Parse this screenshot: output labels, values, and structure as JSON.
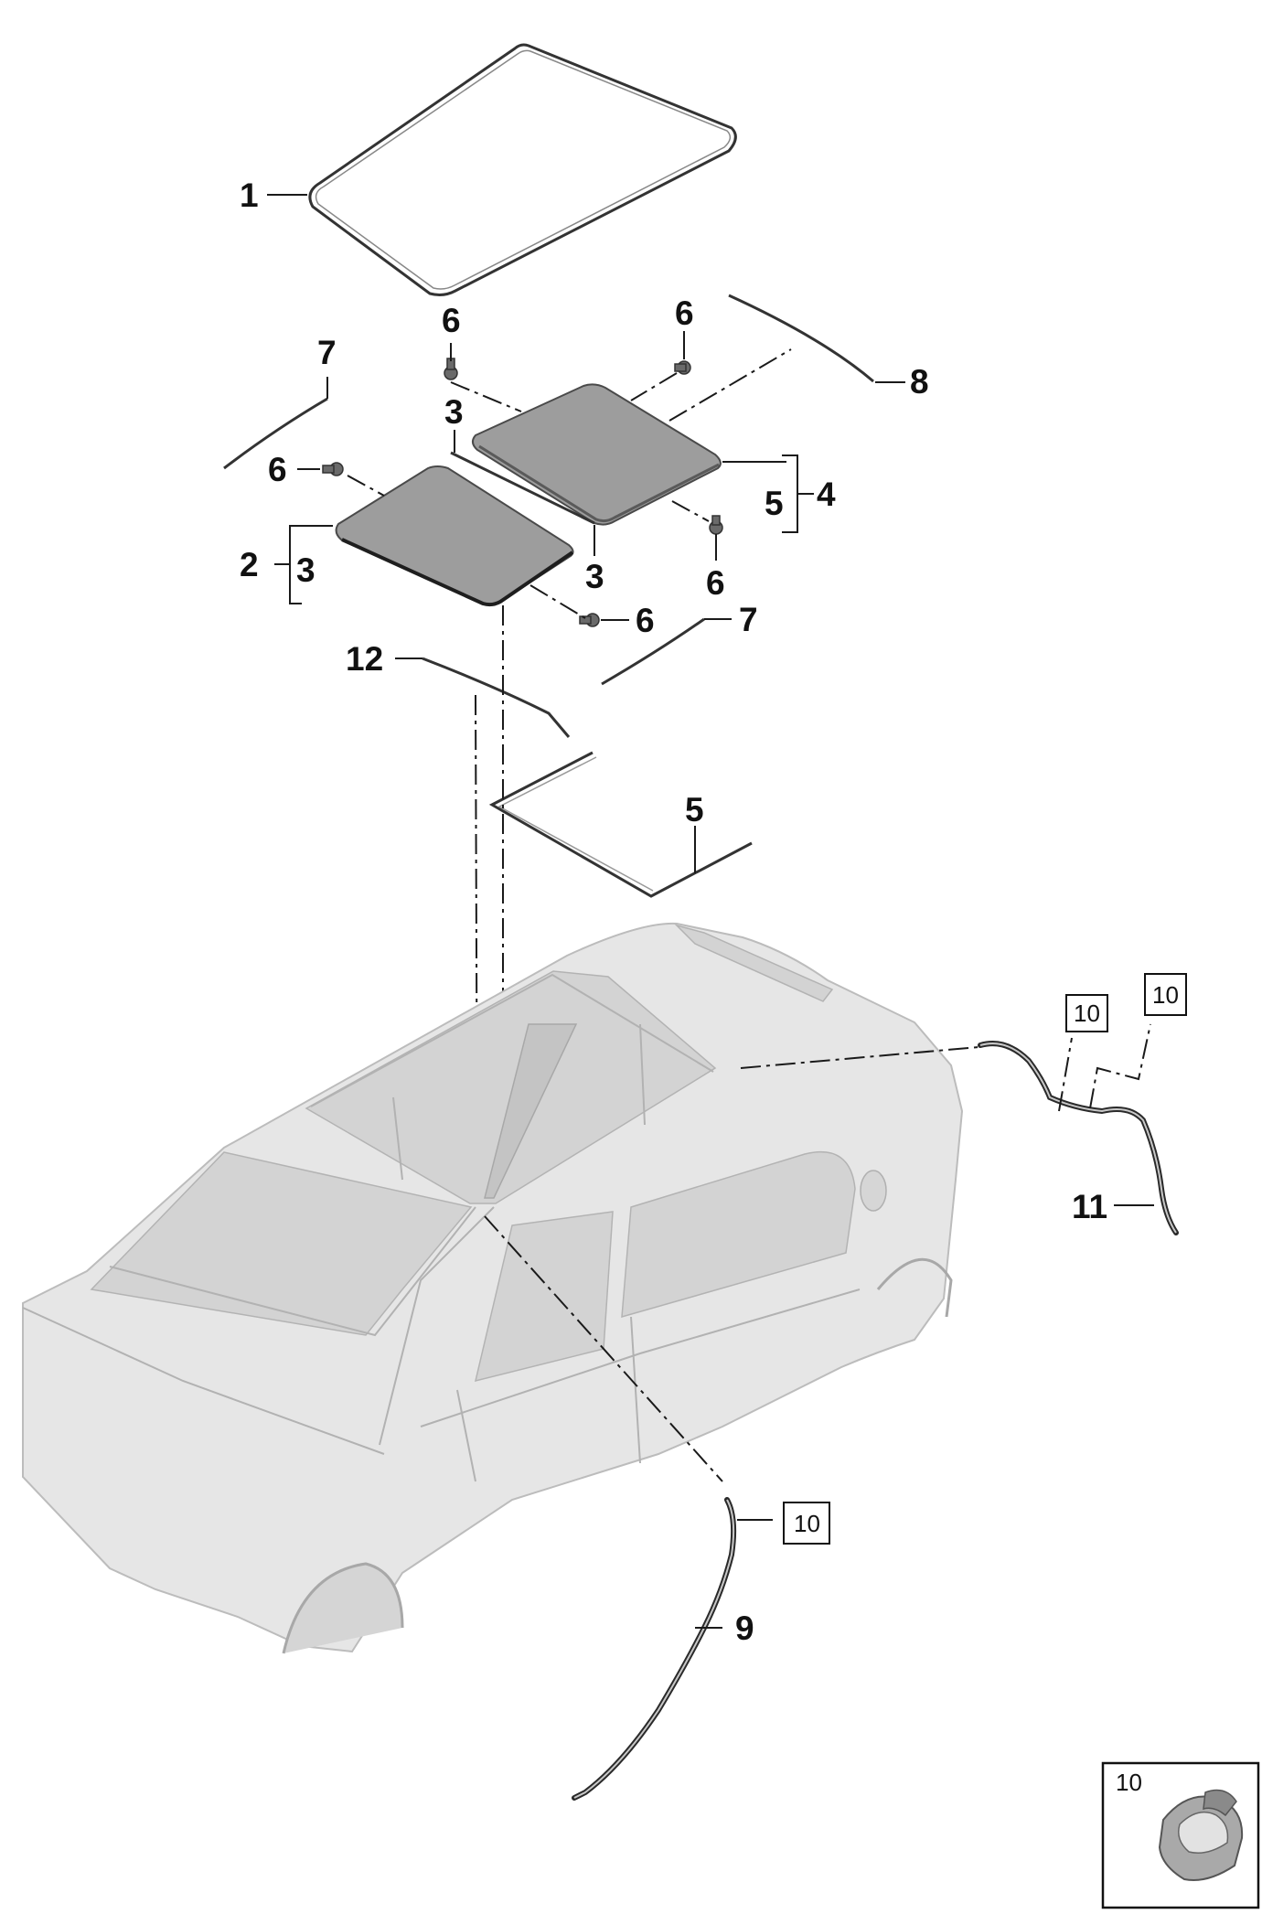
{
  "callouts": {
    "c1": "1",
    "c2": "2",
    "c3a": "3",
    "c3b": "3",
    "c3c": "3",
    "c4": "4",
    "c5a": "5",
    "c5b": "5",
    "c6a": "6",
    "c6b": "6",
    "c6c": "6",
    "c6d": "6",
    "c6e": "6",
    "c7a": "7",
    "c7b": "7",
    "c8": "8",
    "c9": "9",
    "c11": "11",
    "c12": "12"
  },
  "boxed_refs": {
    "b10a": "10",
    "b10b": "10",
    "b10c": "10"
  },
  "inset": {
    "label": "10",
    "icon": "clip-icon"
  },
  "colors": {
    "line": "#1a1a1a",
    "glass": "#9d9d9d",
    "body": "#e6e6e6"
  }
}
